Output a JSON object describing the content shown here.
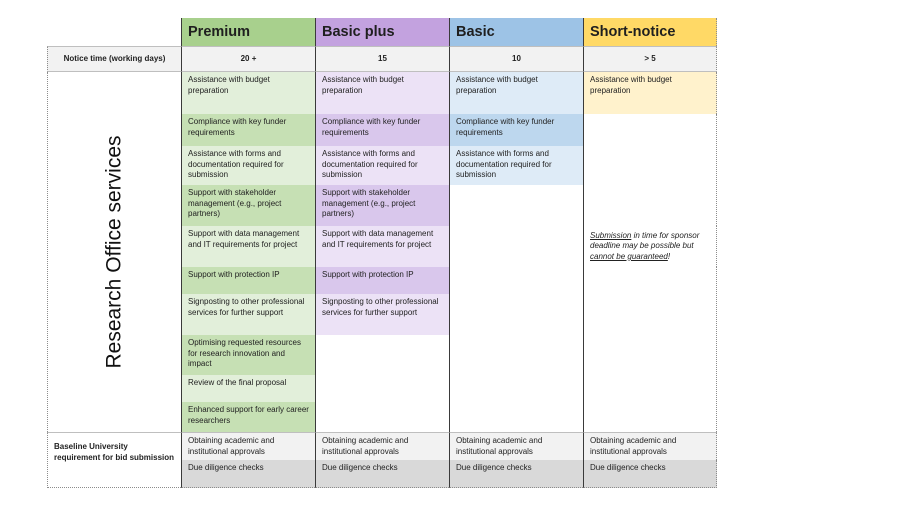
{
  "headers": {
    "premium": "Premium",
    "basic_plus": "Basic plus",
    "basic": "Basic",
    "short_notice": "Short-notice"
  },
  "notice": {
    "label": "Notice time (working days)",
    "premium": "20 +",
    "basic_plus": "15",
    "basic": "10",
    "short_notice": "> 5"
  },
  "section_label": "Research Office services",
  "services": [
    "Assistance with budget preparation",
    "Compliance with key funder requirements",
    "Assistance with forms and documentation required for submission",
    "Support with stakeholder management (e.g., project partners)",
    "Support with data management and IT requirements for project",
    "Support with protection IP",
    "Signposting to other professional services for further support",
    "Optimising requested resources for research innovation and impact",
    "Review of the final proposal",
    "Enhanced support for early career researchers"
  ],
  "short_notice_note": {
    "part1": "Submission",
    "part2": " in time for sponsor deadline may be possible but ",
    "part3": "cannot be guaranteed",
    "part4": "!"
  },
  "baseline": {
    "label": "Baseline University requirement for bid submission",
    "items": [
      "Obtaining academic and institutional approvals",
      "Due diligence checks"
    ]
  },
  "colors": {
    "premium_header": "#a8d08d",
    "basic_plus_header": "#c3a2df",
    "basic_header": "#9dc3e6",
    "short_notice_header": "#ffd966"
  }
}
